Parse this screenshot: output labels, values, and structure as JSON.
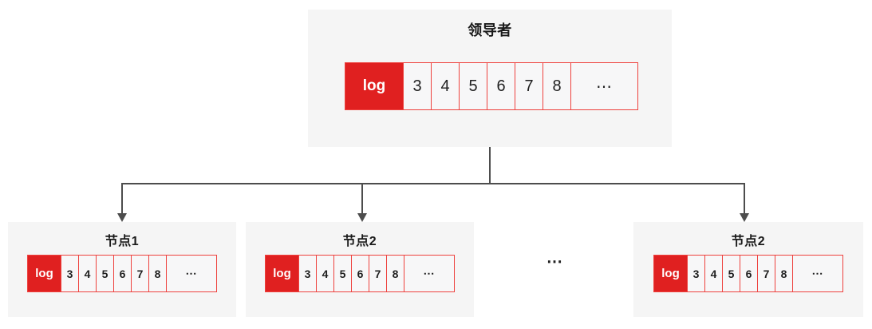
{
  "diagram": {
    "kind": "raft-log-replication",
    "leader": {
      "title": "领导者",
      "log_label": "log",
      "entries": [
        "3",
        "4",
        "5",
        "6",
        "7",
        "8",
        "⋯"
      ]
    },
    "nodes": [
      {
        "title": "节点1",
        "log_label": "log",
        "entries": [
          "3",
          "4",
          "5",
          "6",
          "7",
          "8",
          "⋯"
        ]
      },
      {
        "title": "节点2",
        "log_label": "log",
        "entries": [
          "3",
          "4",
          "5",
          "6",
          "7",
          "8",
          "⋯"
        ]
      },
      {
        "title": "节点2",
        "log_label": "log",
        "entries": [
          "3",
          "4",
          "5",
          "6",
          "7",
          "8",
          "⋯"
        ]
      }
    ],
    "nodes_separator_ellipsis": "⋯",
    "colors": {
      "log_fill_red": "#e02020",
      "cell_border_red": "#ee423e",
      "panel_background": "#f5f5f5",
      "cell_background": "#f7f7f8",
      "connector_line": "#4d4d4d",
      "text": "#1f1f1f",
      "log_text": "#ffffff",
      "page_background": "#ffffff"
    }
  }
}
